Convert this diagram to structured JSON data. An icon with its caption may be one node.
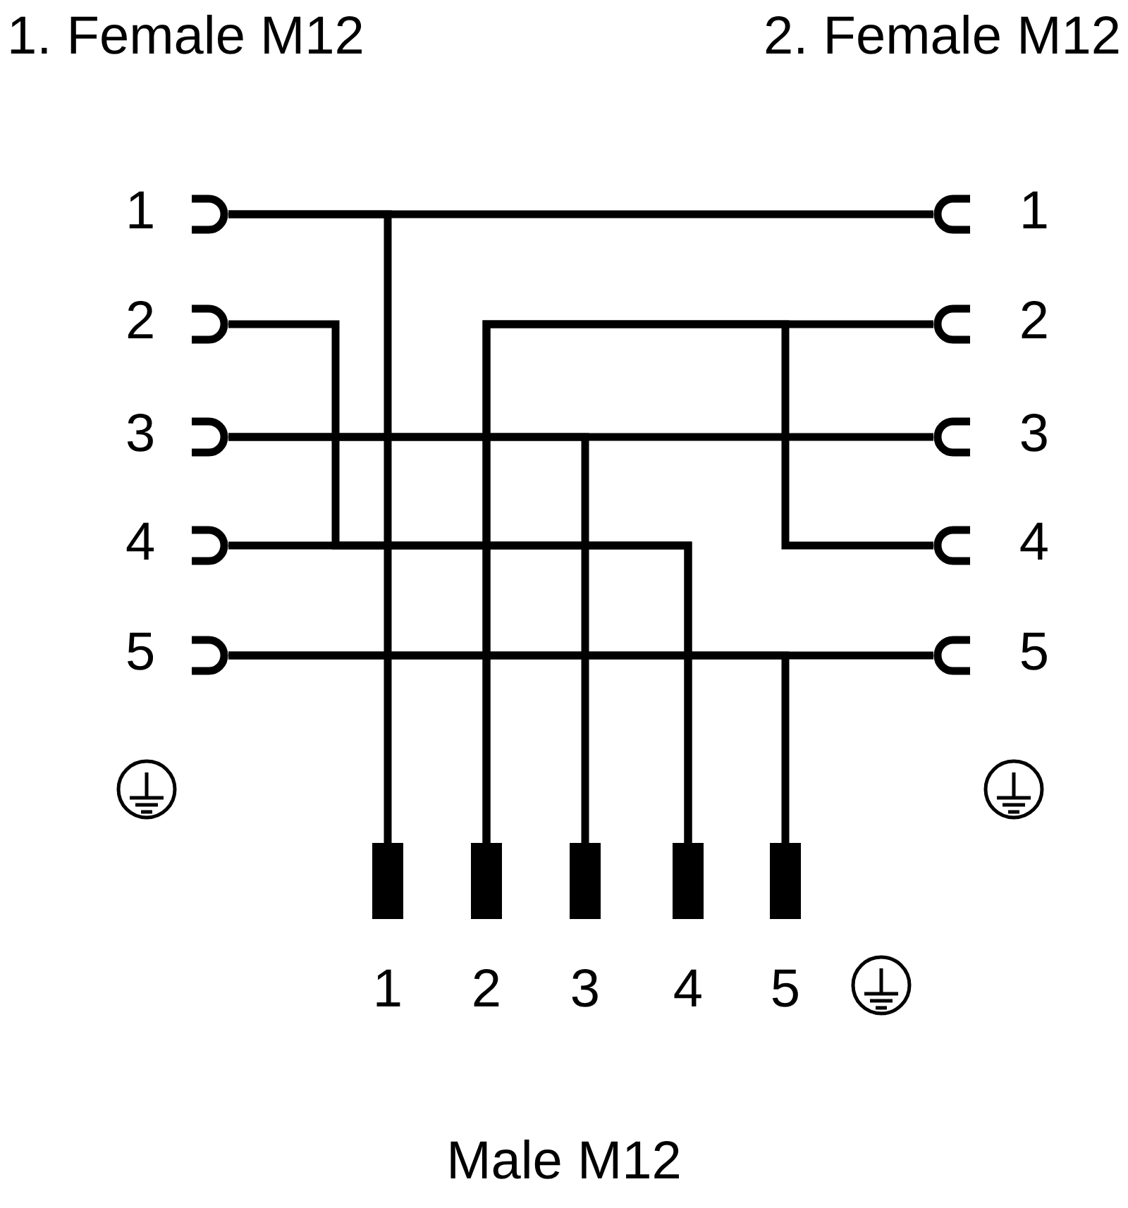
{
  "diagram": {
    "nodes": [
      {
        "text": [
          "1"
        ]
      },
      {
        "text": [
          "2"
        ]
      },
      {
        "text": [
          "3"
        ]
      },
      {
        "text": [
          "4"
        ]
      },
      {
        "text": [
          "5"
        ]
      },
      {
        "text": [
          "1"
        ]
      },
      {
        "text": [
          "2"
        ]
      },
      {
        "text": [
          "3"
        ]
      },
      {
        "text": [
          "4"
        ]
      },
      {
        "text": [
          "5"
        ]
      },
      {
        "text": [
          "1"
        ]
      },
      {
        "text": [
          "2"
        ]
      },
      {
        "text": [
          "3"
        ]
      },
      {
        "text": [
          "4"
        ]
      },
      {
        "text": [
          "5"
        ]
      }
    ],
    "edges": [
      {
        "from": 0,
        "to": 5,
        "arrow": "none"
      },
      {
        "from": 0,
        "to": 10,
        "arrow": "none"
      },
      {
        "from": 1,
        "to": 13,
        "arrow": "none"
      },
      {
        "from": 3,
        "to": 13,
        "arrow": "none"
      },
      {
        "from": 2,
        "to": 7,
        "arrow": "none"
      },
      {
        "from": 2,
        "to": 12,
        "arrow": "none"
      },
      {
        "from": 4,
        "to": 9,
        "arrow": "none"
      },
      {
        "from": 4,
        "to": 14,
        "arrow": "none"
      },
      {
        "from": 6,
        "to": 11,
        "arrow": "none"
      },
      {
        "from": 8,
        "to": 11,
        "arrow": "none"
      }
    ],
    "labels": [
      "1. Female M12",
      "2. Female M12",
      "Male M12"
    ]
  }
}
